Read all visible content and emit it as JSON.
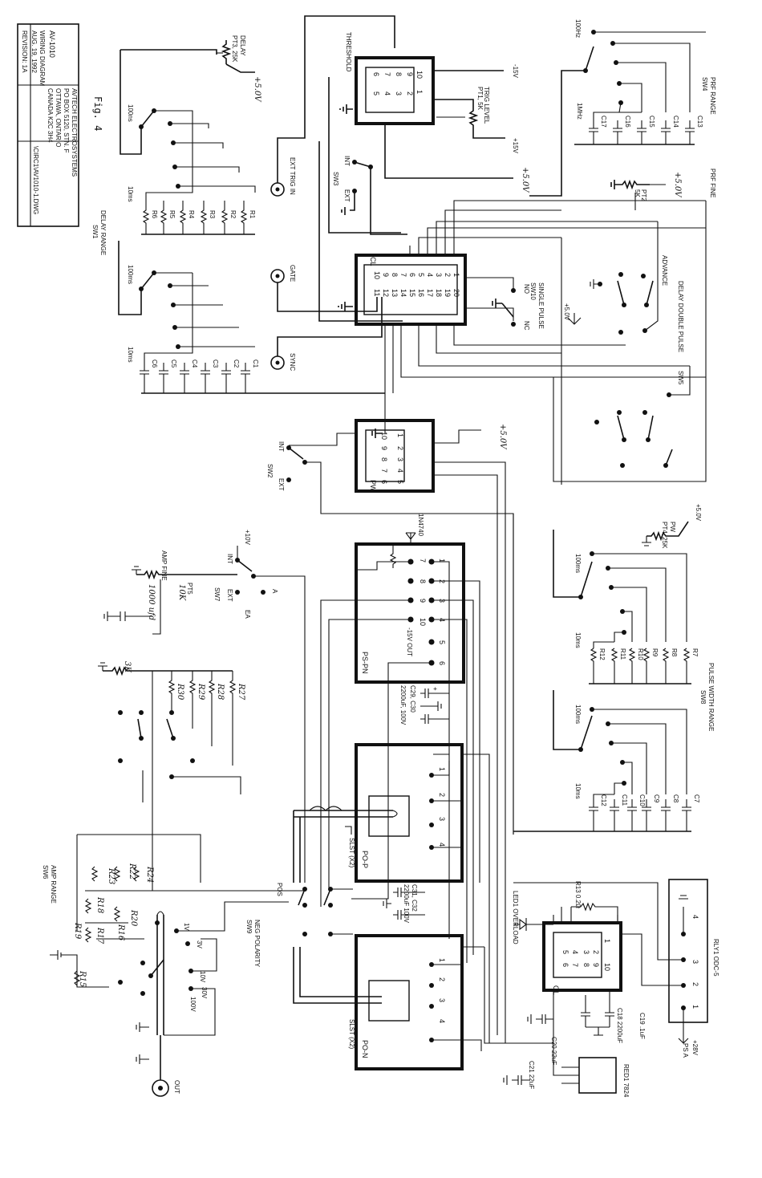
{
  "title_block": {
    "model": "AV-1010",
    "drawing": "WIRING DIAGRAM",
    "date": "AUG. 19, 1992",
    "revision": "REVISION: 1A",
    "company": "AVTECH ELECTROSYSTEMS",
    "address1": "PO BOX 5120, STN. F",
    "address2": "OTTAWA, ONTARIO",
    "address3": "CANADA  K2C 3H4",
    "file": "\\CIRC1\\AV1010-1.DWG"
  },
  "figure_label": "Fig. 4",
  "connectors": {
    "threshold": {
      "label": "THRESHOLD",
      "pins_top": [
        "1",
        "2",
        "3",
        "4",
        "5"
      ],
      "pins_bottom": [
        "10",
        "9",
        "8",
        "7",
        "6"
      ]
    },
    "cl": {
      "label": "CL",
      "pins_top": [
        "1",
        "2",
        "3",
        "4",
        "5",
        "6",
        "7",
        "8",
        "9",
        "10"
      ],
      "pins_bottom": [
        "20",
        "19",
        "18",
        "17",
        "16",
        "15",
        "14",
        "13",
        "12",
        "11"
      ]
    },
    "pw": {
      "label": "PW",
      "pins_top": [
        "1",
        "2",
        "3",
        "4",
        "5"
      ],
      "pins_bottom": [
        "10",
        "9",
        "8",
        "7",
        "6"
      ]
    },
    "ps_pn": {
      "label": "PS-PN",
      "pins_left": [
        "7",
        "8",
        "9",
        "10"
      ],
      "pins_right": [
        "1",
        "2",
        "3",
        "4",
        "5",
        "6"
      ]
    },
    "po_p": {
      "label": "PO-P",
      "pins": [
        "1",
        "2",
        "3",
        "4"
      ]
    },
    "po_n": {
      "label": "PO-N",
      "pins": [
        "1",
        "2",
        "3",
        "4"
      ]
    },
    "ol": {
      "label": "OL",
      "pins_top": [
        "1",
        "2",
        "3",
        "4",
        "5"
      ],
      "pins_bottom": [
        "10",
        "9",
        "8",
        "7",
        "6"
      ]
    }
  },
  "switches": {
    "delay_range": {
      "label": "DELAY RANGE",
      "ref": "SW1",
      "positions": [
        "100ns",
        "10ms",
        "100ms",
        "10ms"
      ]
    },
    "prf_range": {
      "label": "PRF RANGE",
      "ref": "SW4",
      "positions": [
        "100Hz",
        "1MHz"
      ]
    },
    "pulse_width_range": {
      "label": "PULSE WIDTH RANGE",
      "ref": "SW8",
      "positions": [
        "100ms",
        "10ms",
        "100ms",
        "10ms"
      ]
    },
    "sw3": {
      "ref": "SW3",
      "int": "INT",
      "ext": "EXT"
    },
    "sw10": {
      "label": "SINGLE PULSE",
      "ref": "SW10",
      "no": "NO",
      "nc": "NC"
    },
    "sw5": {
      "label": "DELAY DOUBLE PULSE",
      "ref": "SW5",
      "advance": "ADVANCE"
    },
    "sw2": {
      "ref": "SW2",
      "int": "INT",
      "ext": "EXT"
    },
    "sw7": {
      "ref": "SW7",
      "int": "INT",
      "ext": "EXT",
      "a": "A",
      "ea": "EA"
    },
    "polarity": {
      "label": "NEG POLARITY",
      "ref": "SW9",
      "pos": "POS"
    },
    "amp_range": {
      "label": "AMP RANGE",
      "ref": "SW6",
      "positions": [
        "1V",
        "3V",
        "10V",
        "30V",
        "100V"
      ]
    }
  },
  "pots": {
    "delay": {
      "label": "DELAY",
      "ref": "PT3, 25K"
    },
    "trig_level": {
      "label": "TRIG LEVEL",
      "ref": "PT1, 5K"
    },
    "prf_fine": {
      "label": "PRF FINE",
      "ref": "PT2",
      "value": "5K"
    },
    "pw": {
      "label": "PW",
      "ref": "PT4, 25K"
    },
    "amp_fine": {
      "label": "AMP FINE",
      "ref": "PT5",
      "value": "10K"
    }
  },
  "supplies": {
    "plus5v": "+5.0V",
    "minus15v": "-15V",
    "plus15v": "+15V",
    "plus10v": "+10V",
    "minus15v_out": "-15V OUT",
    "plus28v": "+28V",
    "ps_a": "PS A"
  },
  "bnc": {
    "ext_trig_in": "EXT TRIG IN",
    "gate": "GATE",
    "sync": "SYNC",
    "out": "OUT"
  },
  "resistors_delay": [
    "R6",
    "R5",
    "R4",
    "R3",
    "R2",
    "R1"
  ],
  "capacitors_delay": [
    "C6",
    "C5",
    "C4",
    "C3",
    "C2",
    "C1"
  ],
  "capacitors_prf": [
    "C17",
    "C16",
    "C15",
    "C14",
    "C13"
  ],
  "resistors_pw": [
    "R12",
    "R11",
    "R10",
    "R9",
    "R8",
    "R7"
  ],
  "capacitors_pw": [
    "C12",
    "C11",
    "C10",
    "C9",
    "C8",
    "C7"
  ],
  "resistors_amp": [
    "R30",
    "R29",
    "R28",
    "R27"
  ],
  "amp_attenuator": [
    "R23",
    "R22",
    "R24",
    "R20",
    "R18",
    "R17",
    "R19",
    "R16",
    "R15"
  ],
  "misc": {
    "diode": "1N4740",
    "ufd": "1000 ufd",
    "r3k": "3K",
    "c29": "C29, C30",
    "c29_val": "2200uF, 100V",
    "c31": "C31, C32",
    "c31_val": "2200uF 100V",
    "slst_p": "SLST (X2)",
    "slst_n": "SLST (X2)",
    "led": "LED1 OVERLOAD",
    "r13": "R13 0.2Ω",
    "relay": "RLY1 ODC-5",
    "relay_pins": [
      "4",
      "3",
      "2",
      "1"
    ],
    "c18": "C18 2200uF",
    "c19": "C19 .1uF",
    "c20": "C20 22uF",
    "c21": "C21 22uF",
    "reg": "RED1 7824"
  }
}
